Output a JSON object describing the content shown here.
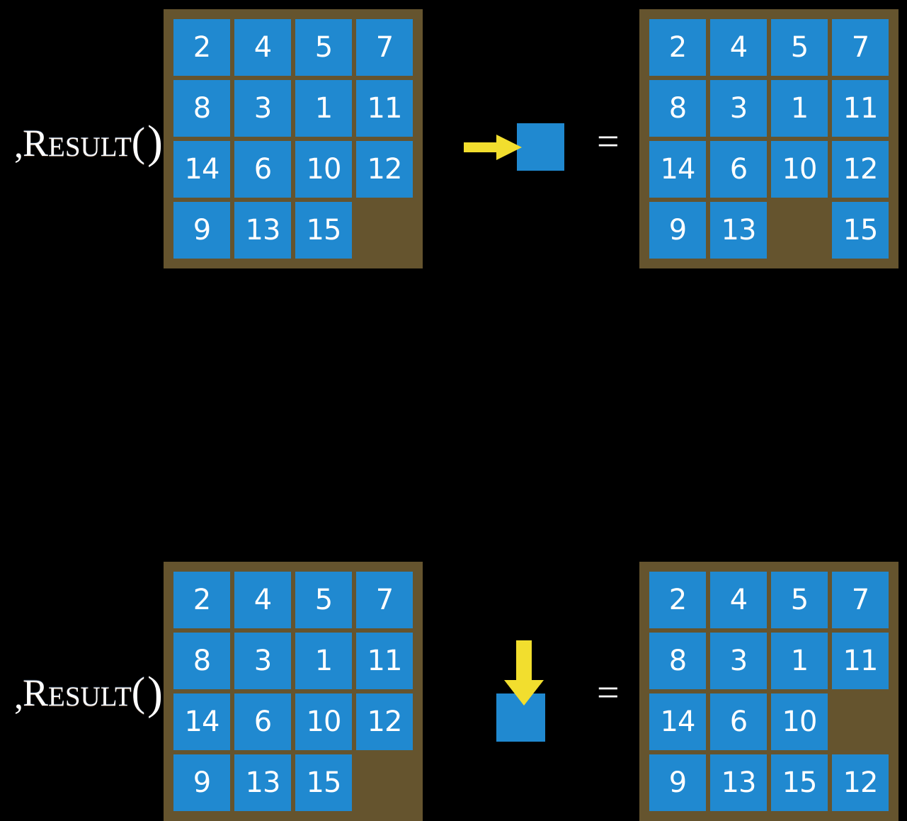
{
  "colors": {
    "background": "#000000",
    "board_frame": "#65542E",
    "tile": "#2089D0",
    "tile_text": "#FFFFFF",
    "arrow": "#F2DE2E",
    "text": "#FFFFFF"
  },
  "label": {
    "cap": "R",
    "small": "ESULT",
    "paren_open": "(",
    "comma": ",",
    "paren_close": ")",
    "equals": "="
  },
  "rows": [
    {
      "name": "slide-right",
      "input_board": {
        "rows": [
          [
            "2",
            "4",
            "5",
            "7"
          ],
          [
            "8",
            "3",
            "1",
            "11"
          ],
          [
            "14",
            "6",
            "10",
            "12"
          ],
          [
            "9",
            "13",
            "15",
            ""
          ]
        ]
      },
      "action": {
        "icon": "arrow-right-icon",
        "direction": "right",
        "tile_label": ""
      },
      "output_board": {
        "rows": [
          [
            "2",
            "4",
            "5",
            "7"
          ],
          [
            "8",
            "3",
            "1",
            "11"
          ],
          [
            "14",
            "6",
            "10",
            "12"
          ],
          [
            "9",
            "13",
            "",
            "15"
          ]
        ]
      }
    },
    {
      "name": "slide-down",
      "input_board": {
        "rows": [
          [
            "2",
            "4",
            "5",
            "7"
          ],
          [
            "8",
            "3",
            "1",
            "11"
          ],
          [
            "14",
            "6",
            "10",
            "12"
          ],
          [
            "9",
            "13",
            "15",
            ""
          ]
        ]
      },
      "action": {
        "icon": "arrow-down-icon",
        "direction": "down",
        "tile_label": ""
      },
      "output_board": {
        "rows": [
          [
            "2",
            "4",
            "5",
            "7"
          ],
          [
            "8",
            "3",
            "1",
            "11"
          ],
          [
            "14",
            "6",
            "10",
            ""
          ],
          [
            "9",
            "13",
            "15",
            "12"
          ]
        ]
      }
    }
  ]
}
